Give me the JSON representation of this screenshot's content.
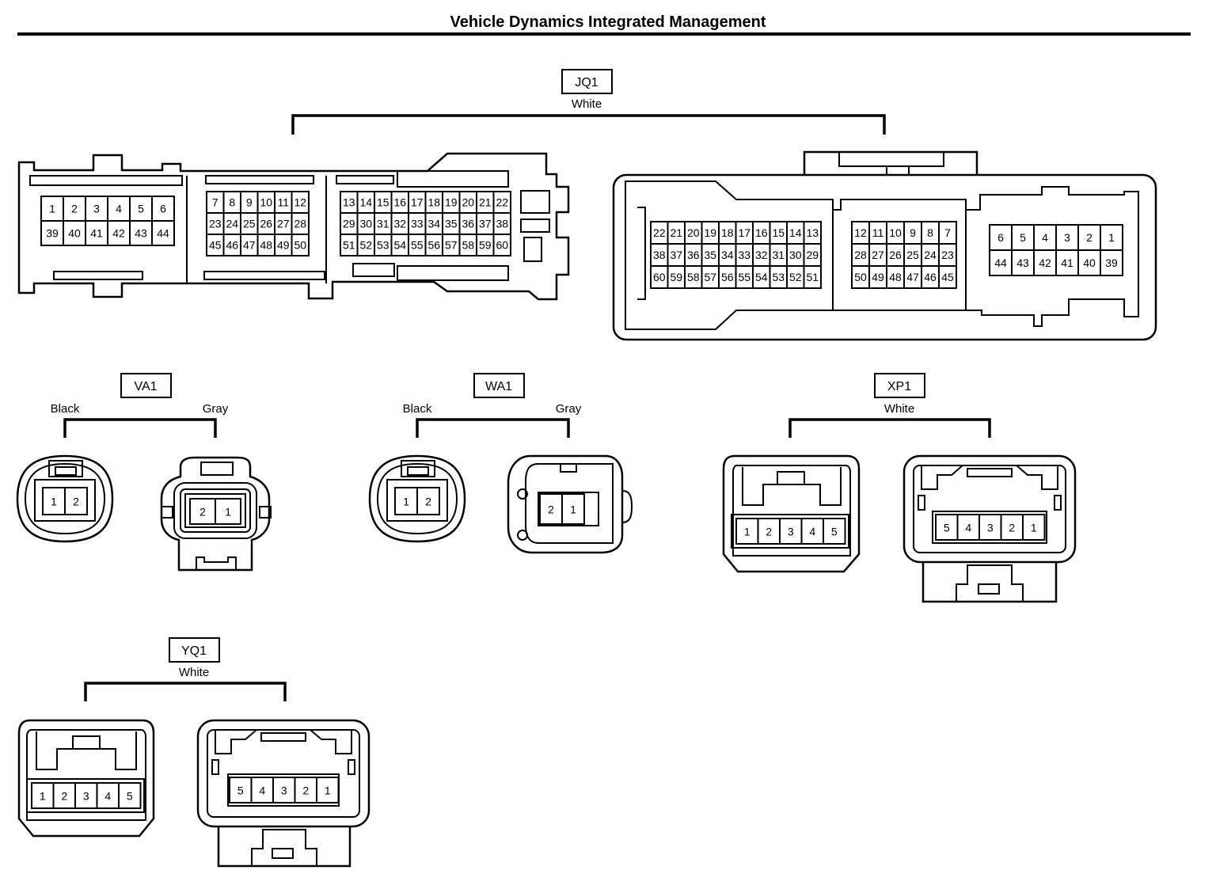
{
  "title": "Vehicle Dynamics Integrated Management",
  "connectors": {
    "jq1": {
      "id": "JQ1",
      "color": "White",
      "left_rows": [
        [
          "1",
          "2",
          "3",
          "4",
          "5",
          "6"
        ],
        [
          "39",
          "40",
          "41",
          "42",
          "43",
          "44"
        ]
      ],
      "mid_rows": [
        [
          "7",
          "8",
          "9",
          "10",
          "11",
          "12"
        ],
        [
          "23",
          "24",
          "25",
          "26",
          "27",
          "28"
        ],
        [
          "45",
          "46",
          "47",
          "48",
          "49",
          "50"
        ]
      ],
      "right_rows": [
        [
          "13",
          "14",
          "15",
          "16",
          "17",
          "18",
          "19",
          "20",
          "21",
          "22"
        ],
        [
          "29",
          "30",
          "31",
          "32",
          "33",
          "34",
          "35",
          "36",
          "37",
          "38"
        ],
        [
          "51",
          "52",
          "53",
          "54",
          "55",
          "56",
          "57",
          "58",
          "59",
          "60"
        ]
      ],
      "f_left_rows": [
        [
          "22",
          "21",
          "20",
          "19",
          "18",
          "17",
          "16",
          "15",
          "14",
          "13"
        ],
        [
          "38",
          "37",
          "36",
          "35",
          "34",
          "33",
          "32",
          "31",
          "30",
          "29"
        ],
        [
          "60",
          "59",
          "58",
          "57",
          "56",
          "55",
          "54",
          "53",
          "52",
          "51"
        ]
      ],
      "f_mid_rows": [
        [
          "12",
          "11",
          "10",
          "9",
          "8",
          "7"
        ],
        [
          "28",
          "27",
          "26",
          "25",
          "24",
          "23"
        ],
        [
          "50",
          "49",
          "48",
          "47",
          "46",
          "45"
        ]
      ],
      "f_right_rows": [
        [
          "6",
          "5",
          "4",
          "3",
          "2",
          "1"
        ],
        [
          "44",
          "43",
          "42",
          "41",
          "40",
          "39"
        ]
      ]
    },
    "va1": {
      "id": "VA1",
      "left_color": "Black",
      "right_color": "Gray",
      "left_pins": [
        "1",
        "2"
      ],
      "right_pins": [
        "2",
        "1"
      ]
    },
    "wa1": {
      "id": "WA1",
      "left_color": "Black",
      "right_color": "Gray",
      "left_pins": [
        "1",
        "2"
      ],
      "right_pins": [
        "2",
        "1"
      ]
    },
    "xp1": {
      "id": "XP1",
      "color": "White",
      "left_pins": [
        "1",
        "2",
        "3",
        "4",
        "5"
      ],
      "right_pins": [
        "5",
        "4",
        "3",
        "2",
        "1"
      ]
    },
    "yq1": {
      "id": "YQ1",
      "color": "White",
      "left_pins": [
        "1",
        "2",
        "3",
        "4",
        "5"
      ],
      "right_pins": [
        "5",
        "4",
        "3",
        "2",
        "1"
      ]
    }
  }
}
